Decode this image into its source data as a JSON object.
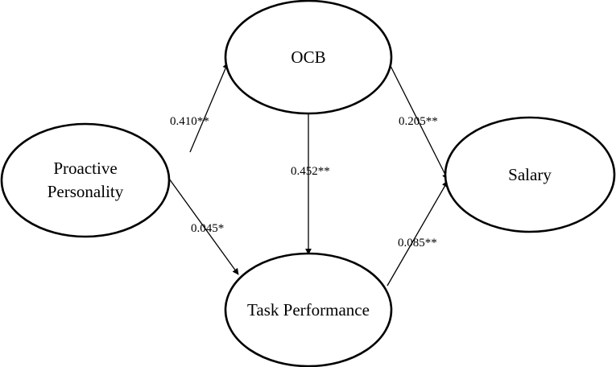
{
  "nodes": {
    "proactive": {
      "lines": [
        "Proactive",
        "Personality"
      ]
    },
    "ocb": {
      "lines": [
        "OCB"
      ]
    },
    "salary": {
      "lines": [
        "Salary"
      ]
    },
    "task": {
      "lines": [
        "Task Performance"
      ]
    }
  },
  "edges": {
    "proactive_ocb": {
      "label": "0.410**"
    },
    "ocb_task": {
      "label": "0.452**"
    },
    "ocb_salary": {
      "label": "0.205**"
    },
    "proactive_task": {
      "label": "0.045*"
    },
    "task_salary": {
      "label": "0.085**"
    }
  },
  "colors": {
    "stroke": "#000000",
    "background": "#ffffff"
  }
}
